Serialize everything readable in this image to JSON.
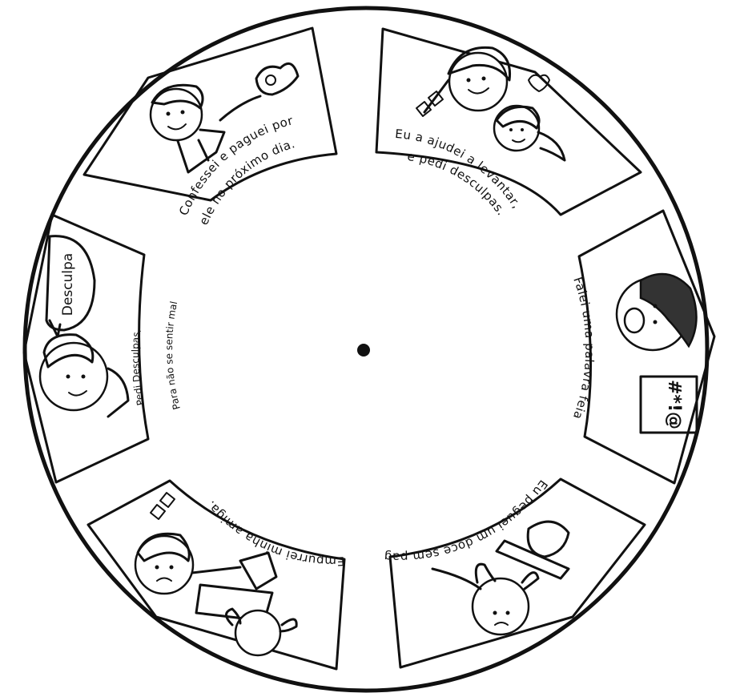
{
  "panels": [
    {
      "id": "confessei",
      "line1": "Confessei e paguei por",
      "line2": "ele no próximo dia."
    },
    {
      "id": "ajudei",
      "line1": "Eu a ajudei a levantar,",
      "line2": "e pedi desculpas."
    },
    {
      "id": "palavra-feia",
      "line1": "Falei uma palavra feia",
      "badge": "#*!@"
    },
    {
      "id": "doce",
      "line1": "Eu peguei um doce sem pagar."
    },
    {
      "id": "empurrei",
      "line1": "Empurrei minha amiga."
    },
    {
      "id": "desculpas",
      "line1": "Pedi Desculpas,",
      "line2": "Para não se sentir mal",
      "bubble": "Desculpa"
    }
  ]
}
